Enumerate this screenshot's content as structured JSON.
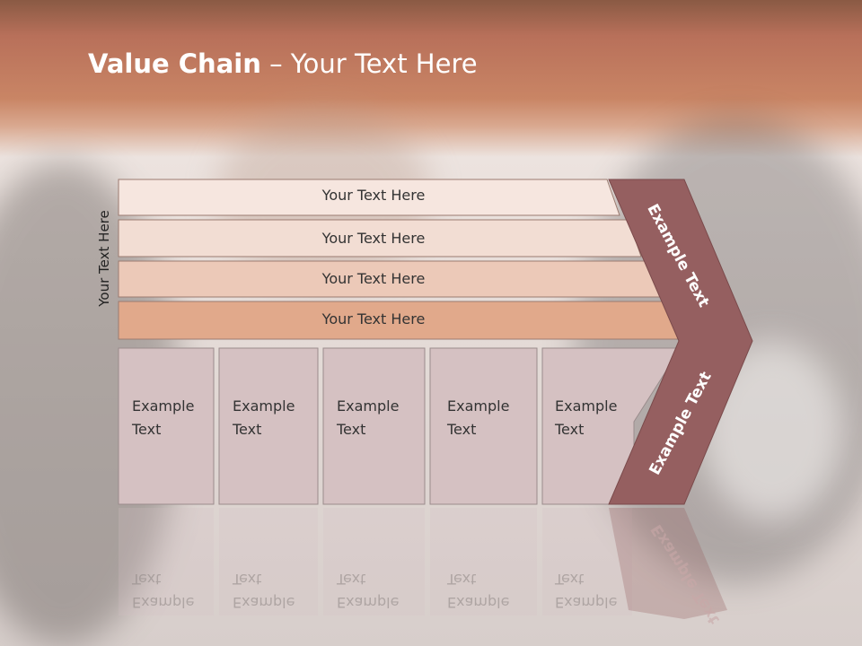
{
  "title": {
    "bold": "Value Chain",
    "rest": " – Your Text Here"
  },
  "side_label": "Your Text Here",
  "rows": [
    {
      "label": "Your Text Here"
    },
    {
      "label": "Your Text Here"
    },
    {
      "label": "Your Text Here"
    },
    {
      "label": "Your Text Here"
    }
  ],
  "boxes": [
    {
      "line1": "Example",
      "line2": "Text"
    },
    {
      "line1": "Example",
      "line2": "Text"
    },
    {
      "line1": "Example",
      "line2": "Text"
    },
    {
      "line1": "Example",
      "line2": "Text"
    },
    {
      "line1": "Example",
      "line2": "Text"
    }
  ],
  "chevron": {
    "top_label": "Example Text",
    "bottom_label": "Example Text"
  },
  "colors": {
    "chevron": "#955f60",
    "header": "#c98565",
    "row1": "#f6e6df",
    "row2": "#f2ddd3",
    "row3": "#ecc9b8",
    "row4": "#e1a98b",
    "box": "#d5c1c2"
  }
}
